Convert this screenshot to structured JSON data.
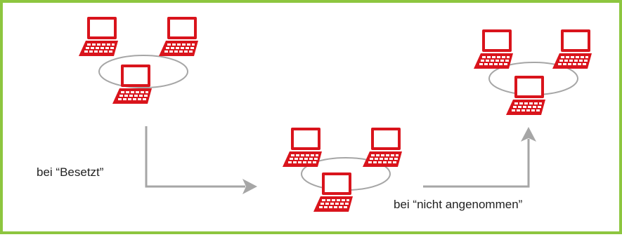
{
  "labels": {
    "busy": "bei “Besetzt”",
    "no_answer": "bei “nicht angenommen”"
  },
  "groups": [
    {
      "id": "source-group",
      "laptops": 3
    },
    {
      "id": "busy-group",
      "laptops": 3
    },
    {
      "id": "no-answer-group",
      "laptops": 3
    }
  ],
  "colors": {
    "border": "#8dc63f",
    "laptop": "#d9141c",
    "ring": "#a6a6a6",
    "arrow": "#a6a6a6",
    "text": "#222222"
  },
  "icons": {
    "laptop": "laptop-icon",
    "ring": "network-ring",
    "arrow": "flow-arrow"
  }
}
